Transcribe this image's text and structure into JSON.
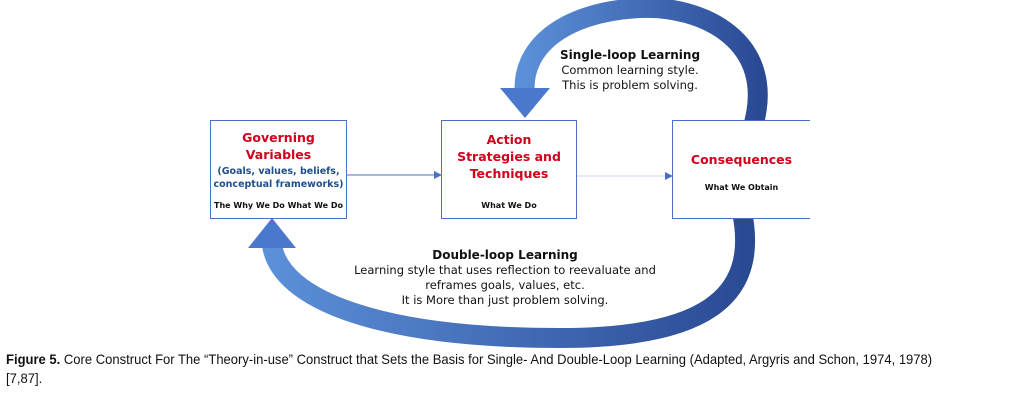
{
  "boxes": {
    "governing": {
      "title": "Governing Variables",
      "subtitle": "(Goals, values, beliefs, conceptual frameworks)",
      "note": "The Why We Do What We Do"
    },
    "action": {
      "title": "Action Strategies and Techniques",
      "note": "What We Do"
    },
    "consequences": {
      "title": "Consequences",
      "note": "What We Obtain"
    }
  },
  "single_loop": {
    "title": "Single-loop Learning",
    "line1": "Common learning style.",
    "line2": "This is problem solving."
  },
  "double_loop": {
    "title": "Double-loop Learning",
    "line1": "Learning style that uses reflection to reevaluate and",
    "line2": "reframes goals, values, etc.",
    "line3": "It is More than just problem solving."
  },
  "caption": {
    "label": "Figure 5.",
    "text": " Core Construct For The “Theory-in-use” Construct that Sets the Basis for Single- And Double-Loop Learning (Adapted, Argyris and Schon, 1974, 1978) [7,87]."
  },
  "colors": {
    "arrow_light": "#5b8fd8",
    "arrow_dark": "#2f4f9a",
    "title_red": "#d0021b"
  }
}
